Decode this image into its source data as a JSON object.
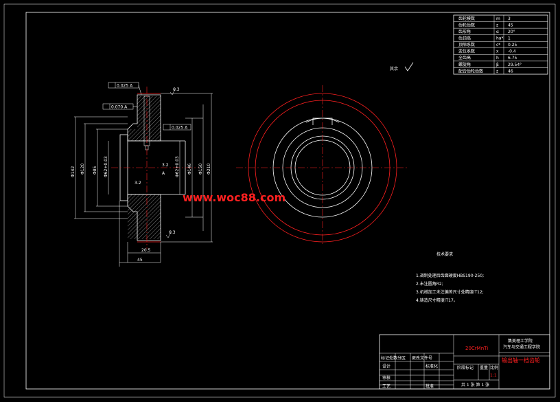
{
  "param_table": {
    "rows": [
      {
        "name": "齿轮模数",
        "sym": "m",
        "val": "3"
      },
      {
        "name": "齿轮齿数",
        "sym": "z",
        "val": "45"
      },
      {
        "name": "齿形角",
        "sym": "α",
        "val": "20°"
      },
      {
        "name": "齿顶高",
        "sym": "ha*",
        "val": "1"
      },
      {
        "name": "顶隙系数",
        "sym": "c*",
        "val": "0.25"
      },
      {
        "name": "变位系数",
        "sym": "x",
        "val": "-0.4"
      },
      {
        "name": "全齿高",
        "sym": "h",
        "val": "6.75"
      },
      {
        "name": "螺旋角",
        "sym": "β",
        "val": "29.54°"
      },
      {
        "name": "配合齿轮齿数",
        "sym": "z",
        "val": "46"
      }
    ]
  },
  "surface_note": "其余",
  "tech_req": {
    "title": "技术要求",
    "items": [
      "1.调制处理后齿面硬度HBS190-250;",
      "2.未注圆角R2;",
      "3.机械加工未注偏差尺寸处精度IT12;",
      "4.铸造尺寸精度IT17。"
    ]
  },
  "watermark": "www.woc88.com",
  "section_dims": {
    "tol_top": "0.025 A",
    "tol_mid": "0.070 A",
    "tol_right": "0.025 A",
    "d1": "Φ142",
    "d2": "Φ120",
    "d3": "Φ85",
    "d4": "Φ62+0.03",
    "d5": "Φ62+0.03",
    "d6": "Φ146",
    "d7": "Φ150",
    "d8": "Φ210",
    "w1": "20.5",
    "w2": "45",
    "ra1": "6.3",
    "ra2": "3.2",
    "ra3": "3.2",
    "ra4": "6.3",
    "label_a": "A"
  },
  "title_block": {
    "material": "20CrMnTi",
    "school_l1": "集美理工学院",
    "school_l2": "汽车与交通工程学院",
    "part_name": "输出轴一档齿轮",
    "col_stage": "阶段标记",
    "col_weight": "重量",
    "col_scale": "比例",
    "scale": "1:1",
    "sheet": "共 1 张   第 1 张",
    "r1": "标记处数分区",
    "r1b": "更改文件号",
    "r2": "设计",
    "r2b": "标准化",
    "r3": "审核",
    "r4": "工艺",
    "r4b": "批准"
  }
}
